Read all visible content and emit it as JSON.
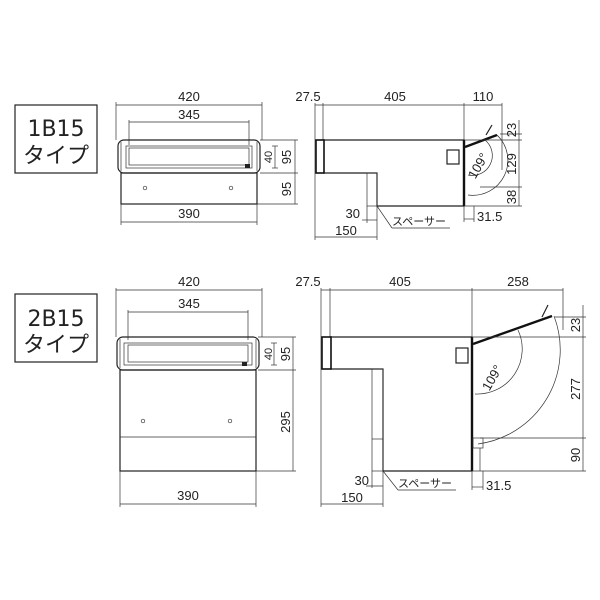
{
  "types": [
    {
      "name": "1B15",
      "suffix": "タイプ",
      "front": {
        "width_total": "420",
        "slot_width": "345",
        "slot_height": "40",
        "head_height": "95",
        "body_height": "95",
        "body_width": "390"
      },
      "side": {
        "wall_offset": "27.5",
        "depth": "405",
        "door_swing": "110",
        "top_offset": "23",
        "door_height": "129",
        "bottom_offset": "38",
        "angle": "109°",
        "spacer_thickness": "30",
        "spacer_depth": "150",
        "door_thickness": "31.5",
        "spacer_label": "スペーサー"
      }
    },
    {
      "name": "2B15",
      "suffix": "タイプ",
      "front": {
        "width_total": "420",
        "slot_width": "345",
        "slot_height": "40",
        "head_height": "95",
        "body_height": "295",
        "body_width": "390"
      },
      "side": {
        "wall_offset": "27.5",
        "depth": "405",
        "door_swing": "258",
        "top_offset": "23",
        "door_height": "277",
        "bottom_offset": "90",
        "angle": "109°",
        "spacer_thickness": "30",
        "spacer_depth": "150",
        "door_thickness": "31.5",
        "spacer_label": "スペーサー"
      }
    }
  ]
}
